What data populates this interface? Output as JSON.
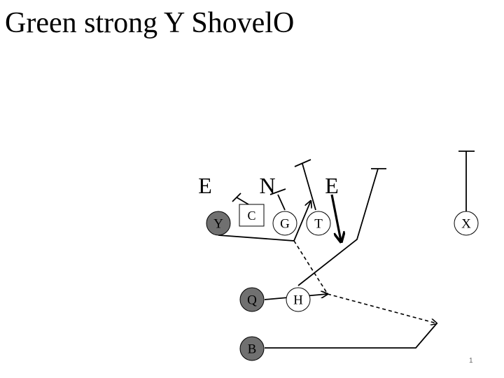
{
  "slide": {
    "title": "Green strong Y ShovelO",
    "page_number": "1"
  },
  "colors": {
    "background": "#ffffff",
    "line": "#000000",
    "offense_fill": "#ffffff",
    "highlight_fill": "#707070"
  },
  "defense": [
    {
      "id": "defender-e-left",
      "label": "E"
    },
    {
      "id": "defender-n",
      "label": "N"
    },
    {
      "id": "defender-e-right",
      "label": "E"
    }
  ],
  "offense": {
    "center": {
      "label": "C"
    },
    "players": [
      {
        "id": "y",
        "label": "Y",
        "highlight": true
      },
      {
        "id": "g",
        "label": "G",
        "highlight": false
      },
      {
        "id": "t",
        "label": "T",
        "highlight": false
      },
      {
        "id": "x",
        "label": "X",
        "highlight": false
      },
      {
        "id": "q",
        "label": "Q",
        "highlight": true
      },
      {
        "id": "h",
        "label": "H",
        "highlight": false
      },
      {
        "id": "b",
        "label": "B",
        "highlight": true
      }
    ]
  }
}
